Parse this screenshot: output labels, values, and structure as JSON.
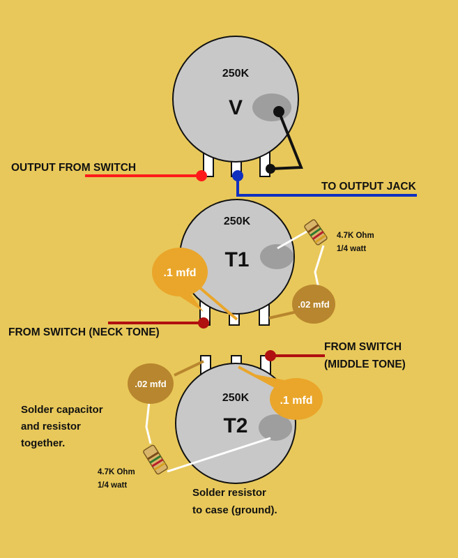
{
  "colors": {
    "background": "#E8C85A",
    "pot_body": "#C8C8C8",
    "hot_wire": "#FF1A1A",
    "tone_wire": "#B01010",
    "output_wire": "#1030C0",
    "ground_wire": "#111111",
    "large_cap": "#EAA62A",
    "small_cap": "#B8862E"
  },
  "pots": {
    "volume": {
      "value": "250K",
      "name": "V"
    },
    "tone1": {
      "value": "250K",
      "name": "T1"
    },
    "tone2": {
      "value": "250K",
      "name": "T2"
    }
  },
  "labels": {
    "output_from_switch": "OUTPUT FROM SWITCH",
    "to_output_jack": "TO OUTPUT JACK",
    "from_switch_neck": "FROM SWITCH (NECK TONE)",
    "from_switch_middle_1": "FROM SWITCH",
    "from_switch_middle_2": "(MIDDLE TONE)"
  },
  "components": {
    "t1_cap_large": ".1 mfd",
    "t1_cap_small": ".02 mfd",
    "t1_resistor_1": "4.7K Ohm",
    "t1_resistor_2": "1/4 watt",
    "t2_cap_large": ".1 mfd",
    "t2_cap_small": ".02 mfd",
    "t2_resistor_1": "4.7K Ohm",
    "t2_resistor_2": "1/4 watt"
  },
  "notes": {
    "solder_together_1": "Solder capacitor",
    "solder_together_2": "and resistor",
    "solder_together_3": "together.",
    "solder_case_1": "Solder resistor",
    "solder_case_2": "to case (ground)."
  }
}
